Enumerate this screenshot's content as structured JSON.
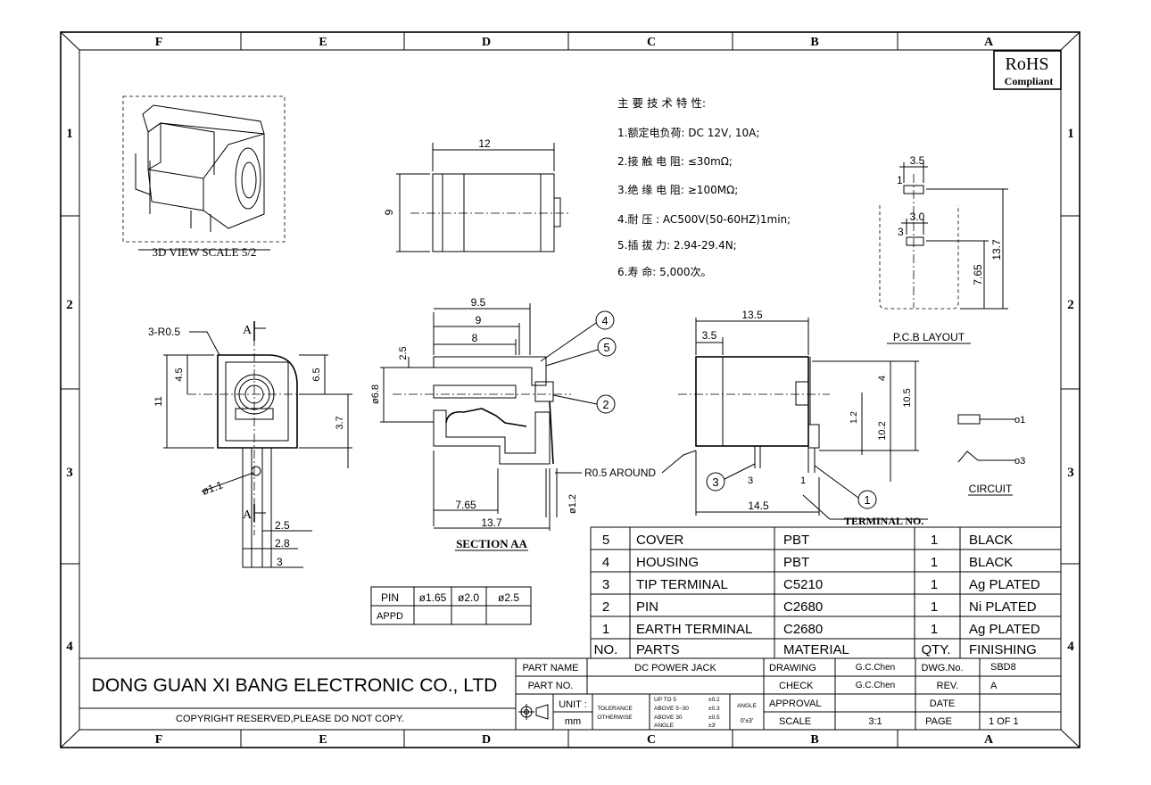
{
  "zone_columns": [
    "F",
    "E",
    "D",
    "C",
    "B",
    "A"
  ],
  "zone_rows": [
    "1",
    "2",
    "3",
    "4"
  ],
  "rohs": {
    "line1": "RoHS",
    "line2": "Compliant"
  },
  "view_3d_label": "3D VIEW SCALE 5/2",
  "section_label": "SECTION AA",
  "pcb_label": "P.C.B LAYOUT",
  "circuit_label": "CIRCUIT",
  "terminal_no_label": "TERMINAL NO.",
  "specs": {
    "title": "主 要 技 术 特 性:",
    "items": [
      "1.额定电负荷: DC 12V, 10A;",
      "2.接 触 电 阻: ≤30mΩ;",
      "3.绝 缘 电 阻: ≥100MΩ;",
      "4.耐      压 : AC500V(50-60HZ)1min;",
      "5.插  拔  力: 2.94-29.4N;",
      "6.寿      命: 5,000次。"
    ]
  },
  "dims": {
    "top_12": "12",
    "top_9": "9",
    "front_r05": "3-R0.5",
    "front_a": "A",
    "front_45": "4.5",
    "front_11": "11",
    "front_65": "6.5",
    "front_37": "3.7",
    "front_d11": "ø1.1",
    "front_25": "2.5",
    "front_28": "2.8",
    "front_3": "3",
    "sec_95": "9.5",
    "sec_9": "9",
    "sec_8": "8",
    "sec_25": "2.5",
    "sec_d68": "ø6.8",
    "sec_765": "7.65",
    "sec_137": "13.7",
    "sec_d12": "ø1.2",
    "sec_r05": "R0.5 AROUND",
    "side_135": "13.5",
    "side_35": "3.5",
    "side_4": "4",
    "side_105": "10.5",
    "side_12": "1.2",
    "side_102": "10.2",
    "side_145": "14.5",
    "side_3": "3",
    "side_1": "1",
    "pcb_35": "3.5",
    "pcb_30": "3.0",
    "pcb_137": "13.7",
    "pcb_765": "7.65",
    "pcb_1": "1",
    "pcb_3": "3",
    "circ_1": "o1",
    "circ_3": "o3",
    "balloons": [
      "4",
      "5",
      "2",
      "3",
      "1"
    ]
  },
  "pin_table": {
    "headers": [
      "PIN",
      "ø1.65",
      "ø2.0",
      "ø2.5"
    ],
    "row_label": "APPD"
  },
  "bom": [
    {
      "no": "5",
      "part": "COVER",
      "material": "PBT",
      "qty": "1",
      "finishing": "BLACK"
    },
    {
      "no": "4",
      "part": "HOUSING",
      "material": "PBT",
      "qty": "1",
      "finishing": "BLACK"
    },
    {
      "no": "3",
      "part": "TIP  TERMINAL",
      "material": "C5210",
      "qty": "1",
      "finishing": "Ag  PLATED"
    },
    {
      "no": "2",
      "part": "PIN",
      "material": "C2680",
      "qty": "1",
      "finishing": "Ni  PLATED"
    },
    {
      "no": "1",
      "part": "EARTH  TERMINAL",
      "material": "C2680",
      "qty": "1",
      "finishing": "Ag  PLATED"
    }
  ],
  "bom_header": {
    "no": "NO.",
    "part": "PARTS",
    "material": "MATERIAL",
    "qty": "QTY.",
    "finishing": "FINISHING"
  },
  "title_block": {
    "company": "DONG GUAN XI BANG ELECTRONIC CO., LTD",
    "copyright": "COPYRIGHT  RESERVED,PLEASE  DO  NOT  COPY.",
    "part_name_label": "PART NAME",
    "part_name": "DC  POWER  JACK",
    "part_no_label": "PART  NO.",
    "unit_label": "UNIT :",
    "unit": "mm",
    "tolerance_label": "TOLERANCE",
    "otherwise_label": "OTHERWISE",
    "tol_rows": [
      "UP TO 5",
      "ABOVE 5~30",
      "ABOVE 30",
      "ANGLE"
    ],
    "tol_vals": [
      "±0.2",
      "±0.3",
      "±0.5",
      "±3'"
    ],
    "angle_label": "ANGLE",
    "angle_val": "0'±3'",
    "drawing_label": "DRAWING",
    "drawing": "G.C.Chen",
    "check_label": "CHECK",
    "check": "G.C.Chen",
    "approval_label": "APPROVAL",
    "scale_label": "SCALE",
    "scale": "3:1",
    "dwg_no_label": "DWG.No.",
    "dwg_no": "SBD8",
    "rev_label": "REV.",
    "rev": "A",
    "date_label": "DATE",
    "page_label": "PAGE",
    "page": "1  OF  1"
  }
}
